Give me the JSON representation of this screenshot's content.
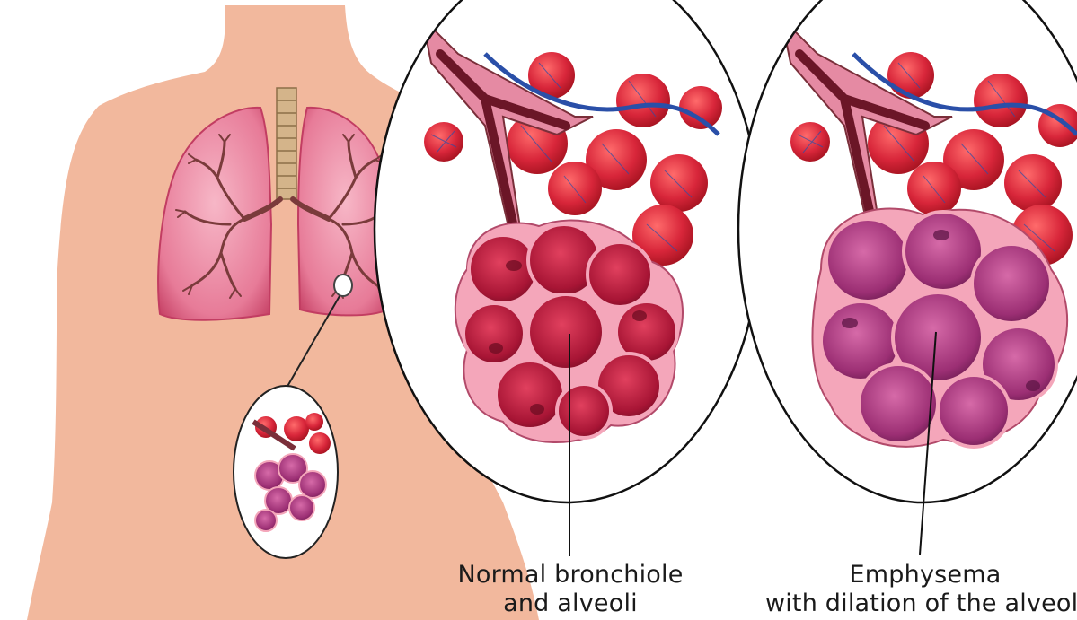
{
  "labels": {
    "normal_line1": "Normal bronchiole",
    "normal_line2": "and alveoli",
    "emphysema_line1": "Emphysema",
    "emphysema_line2": "with dilation of the alveoli"
  },
  "colors": {
    "skin": "#f2b89d",
    "lung": "#e06b8c",
    "lung_inner": "#f3a3b8",
    "bronchi": "#7a3b3b",
    "trachea": "#c6a377",
    "capillary_red": "#d8263a",
    "artery_blue": "#2a4fa8",
    "normal_alveoli": "#b01a3c",
    "emphysema_alveoli": "#a42a72",
    "pleura_pink": "#f4a6ba"
  }
}
